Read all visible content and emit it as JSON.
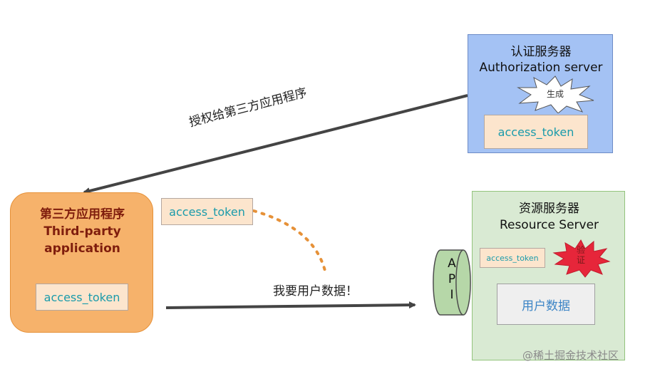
{
  "auth_server": {
    "title_cn": "认证服务器",
    "title_en": "Authorization server",
    "generate_label": "生成",
    "token": "access_token"
  },
  "resource_server": {
    "title_cn": "资源服务器",
    "title_en": "Resource Server",
    "token": "access_token",
    "verify_label": "验证",
    "user_data": "用户数据",
    "api_letters": [
      "A",
      "P",
      "I"
    ]
  },
  "third_party_app": {
    "title_cn": "第三方应用程序",
    "title_en_line1": "Third-party",
    "title_en_line2": "application",
    "token": "access_token"
  },
  "floating_token": "access_token",
  "arrows": {
    "grant_label": "授权给第三方应用程序",
    "request_label": "我要用户数据！"
  },
  "watermark": "@稀土掘金技术社区",
  "colors": {
    "auth_bg": "#a4c2f4",
    "resource_bg": "#d9ead3",
    "app_bg": "#f6b26b",
    "token_bg": "#fce5cd",
    "token_text": "#1a9bab",
    "app_title": "#7f1d0d",
    "starburst_red": "#e6263a",
    "dotted": "#e69138"
  }
}
